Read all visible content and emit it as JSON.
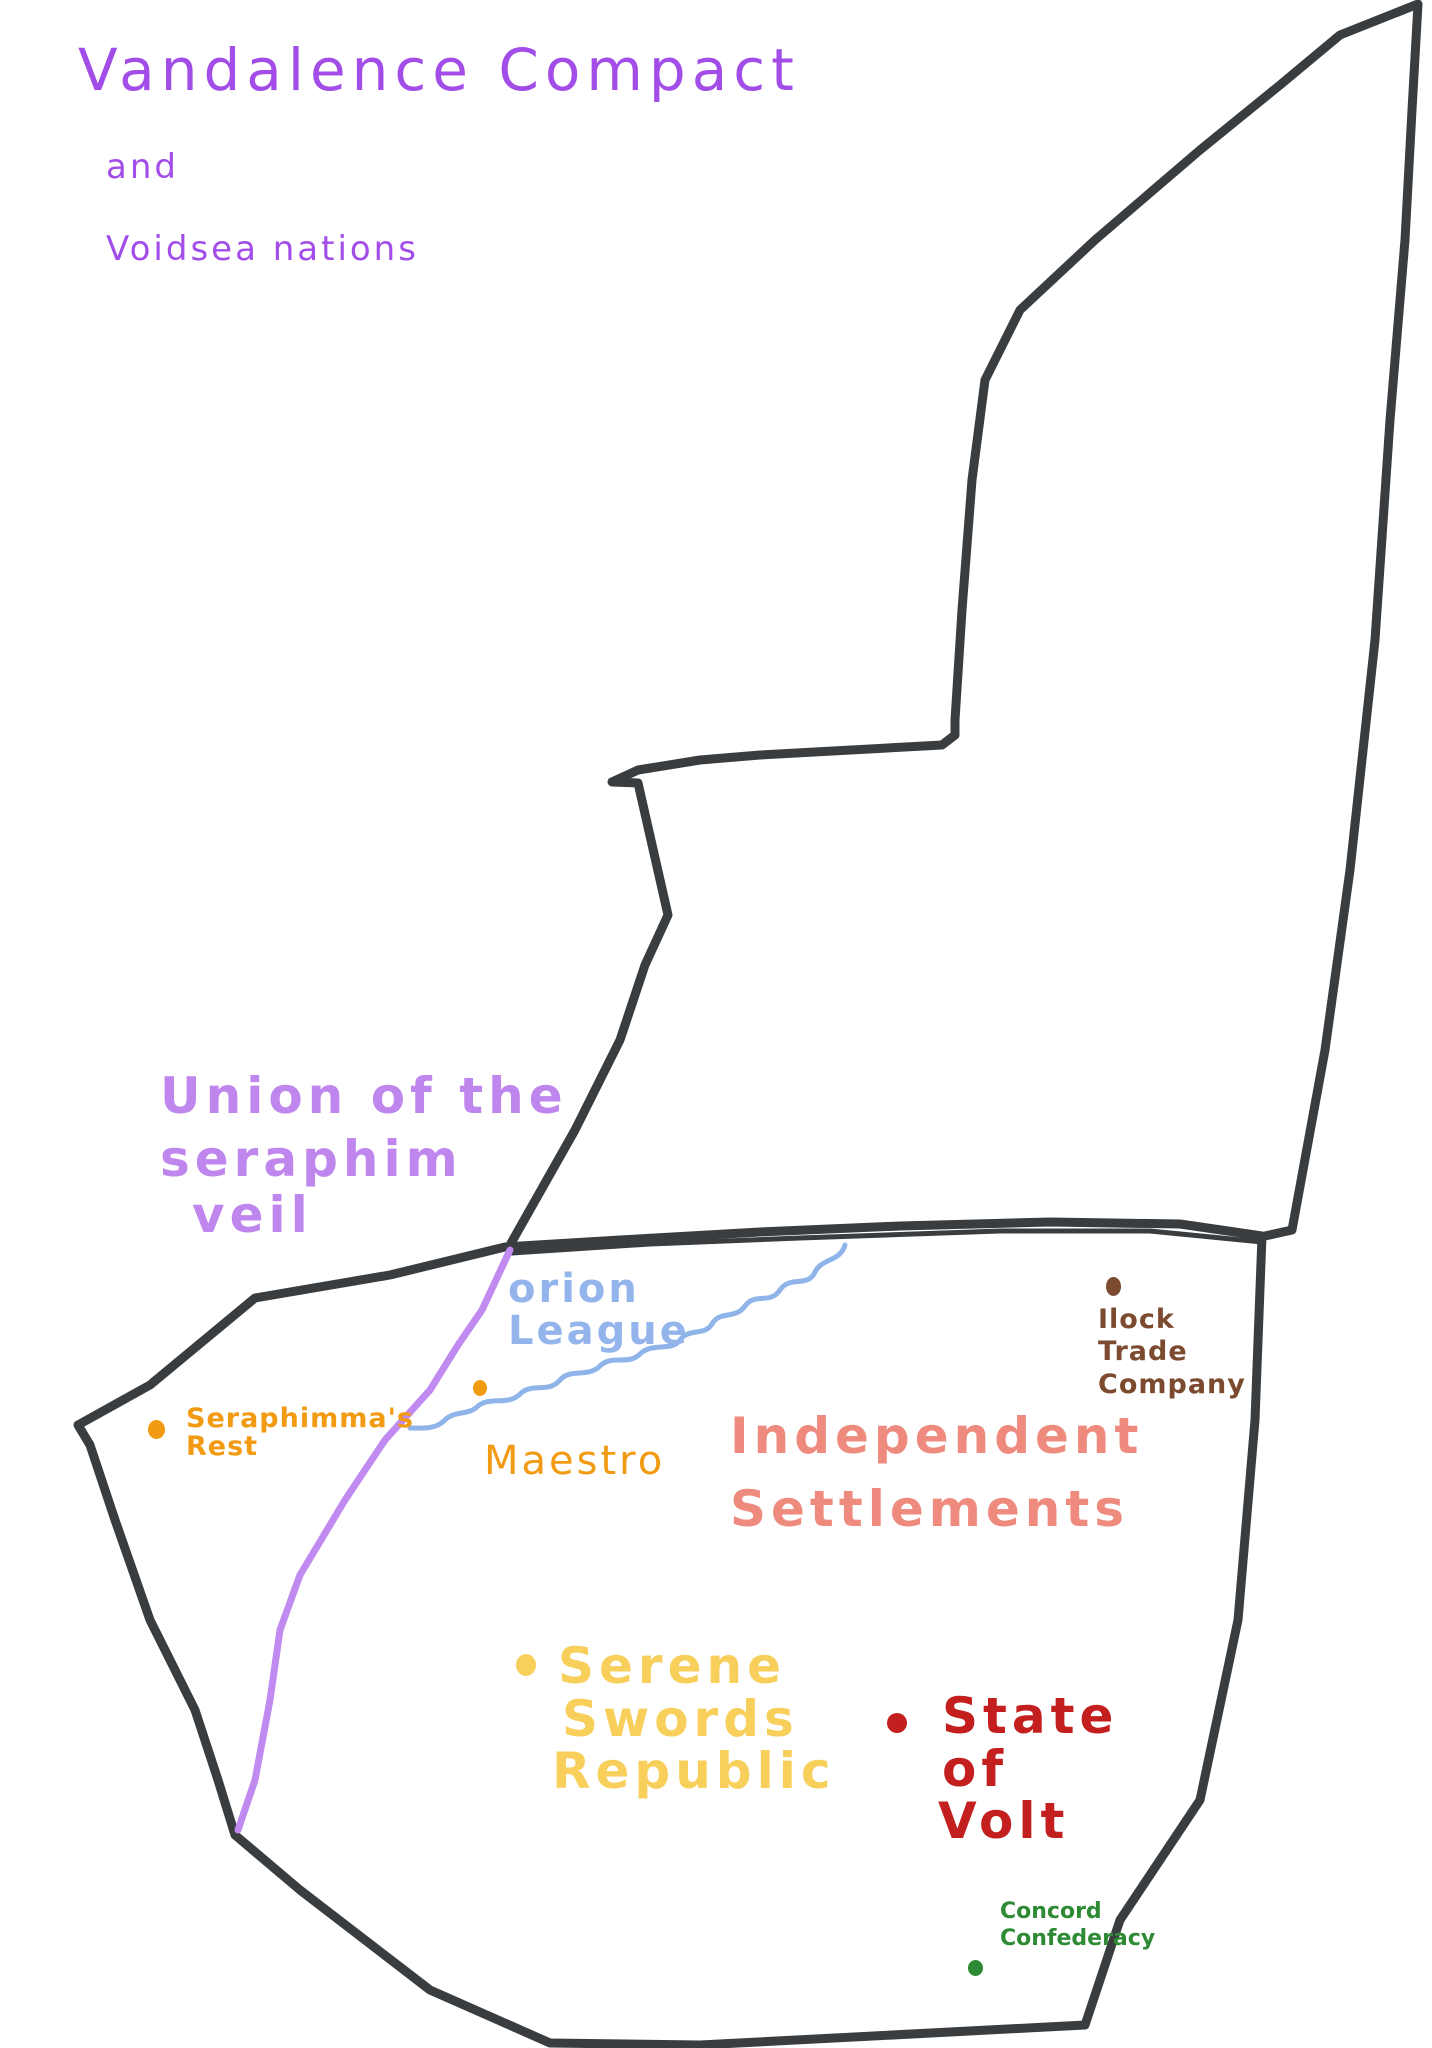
{
  "title": {
    "line1": "Vandalence Compact",
    "line2": "and",
    "line3": "Voidsea nations",
    "color": "#a24de8"
  },
  "colors": {
    "outline": "#3a3d40",
    "seraphim_border": "#c08af0",
    "orion_border": "#8fb4ea"
  },
  "regions": {
    "seraphim": {
      "lines": [
        "Union of the",
        "seraphim",
        "veil"
      ],
      "color": "#bf86ee"
    },
    "orion": {
      "lines": [
        "orion",
        "League"
      ],
      "color": "#93b5ec"
    },
    "independent": {
      "lines": [
        "Independent",
        "Settlements"
      ],
      "color": "#ef8b7e"
    }
  },
  "settlements": {
    "seraphimmas_rest": {
      "lines": [
        "Seraphimma's",
        "Rest"
      ],
      "color": "#f29a12"
    },
    "maestro": {
      "label": "Maestro",
      "color": "#f29a12"
    },
    "ilock": {
      "lines": [
        "Ilock",
        "Trade",
        "Company"
      ],
      "color": "#7c4a2e"
    },
    "serene": {
      "lines": [
        "Serene",
        "Swords",
        "Republic"
      ],
      "color": "#f7cf5a"
    },
    "volt": {
      "lines": [
        "State",
        "of",
        "Volt"
      ],
      "color": "#c41f1f"
    },
    "concord": {
      "lines": [
        "Concord",
        "Confederacy"
      ],
      "color": "#2e8a35"
    }
  }
}
